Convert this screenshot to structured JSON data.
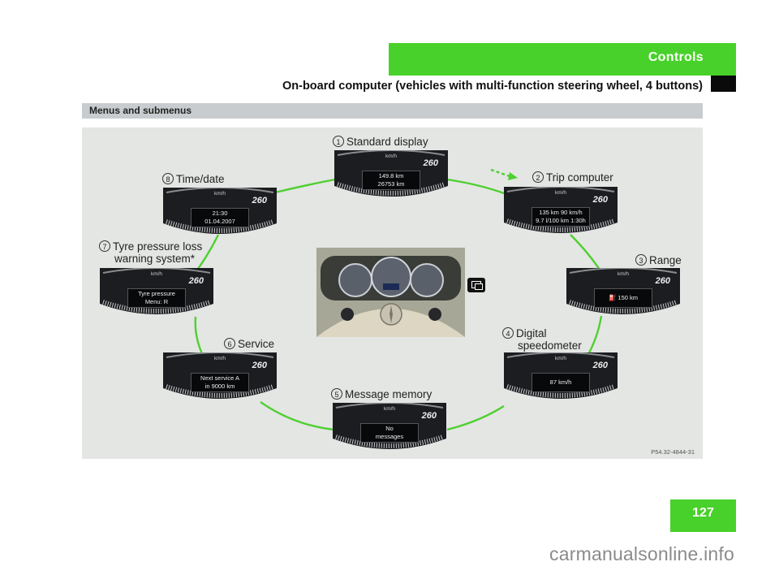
{
  "header": {
    "tab_label": "Controls",
    "subtitle": "On-board computer (vehicles with multi-function steering wheel, 4 buttons)"
  },
  "section": {
    "title": "Menus and submenus"
  },
  "menus": [
    {
      "num": "1",
      "label": "Standard display",
      "speed_max": "260",
      "unit": "km/h",
      "lines": [
        "149.8 km",
        "26753 km"
      ]
    },
    {
      "num": "2",
      "label": "Trip computer",
      "speed_max": "260",
      "unit": "km/h",
      "lines": [
        "135 km      90 km/h",
        "9.7 l/100 km    1:30h"
      ]
    },
    {
      "num": "3",
      "label": "Range",
      "speed_max": "260",
      "unit": "km/h",
      "lines": [
        "⛽ 150 km"
      ]
    },
    {
      "num": "4",
      "label_line1": "Digital",
      "label_line2": "speedometer",
      "speed_max": "260",
      "unit": "km/h",
      "lines": [
        "87 km/h"
      ]
    },
    {
      "num": "5",
      "label": "Message memory",
      "speed_max": "260",
      "unit": "km/h",
      "lines": [
        "No",
        "messages"
      ]
    },
    {
      "num": "6",
      "label": "Service",
      "speed_max": "260",
      "unit": "km/h",
      "lines": [
        "Next service A",
        "in 9000 km"
      ]
    },
    {
      "num": "7",
      "label_line1": "Tyre pressure loss",
      "label_line2": "warning system*",
      "speed_max": "260",
      "unit": "km/h",
      "lines": [
        "Tyre pressure",
        "Menu: R"
      ]
    },
    {
      "num": "8",
      "label": "Time/date",
      "speed_max": "260",
      "unit": "km/h",
      "lines": [
        "21:30",
        "01.04.2007"
      ]
    }
  ],
  "figure_code": "P54.32-4844-31",
  "page_number": "127",
  "watermark": "carmanualsonline.info",
  "colors": {
    "accent_green": "#48d12a",
    "section_gray": "#c8ccce",
    "figure_bg": "#e3e6e3"
  }
}
